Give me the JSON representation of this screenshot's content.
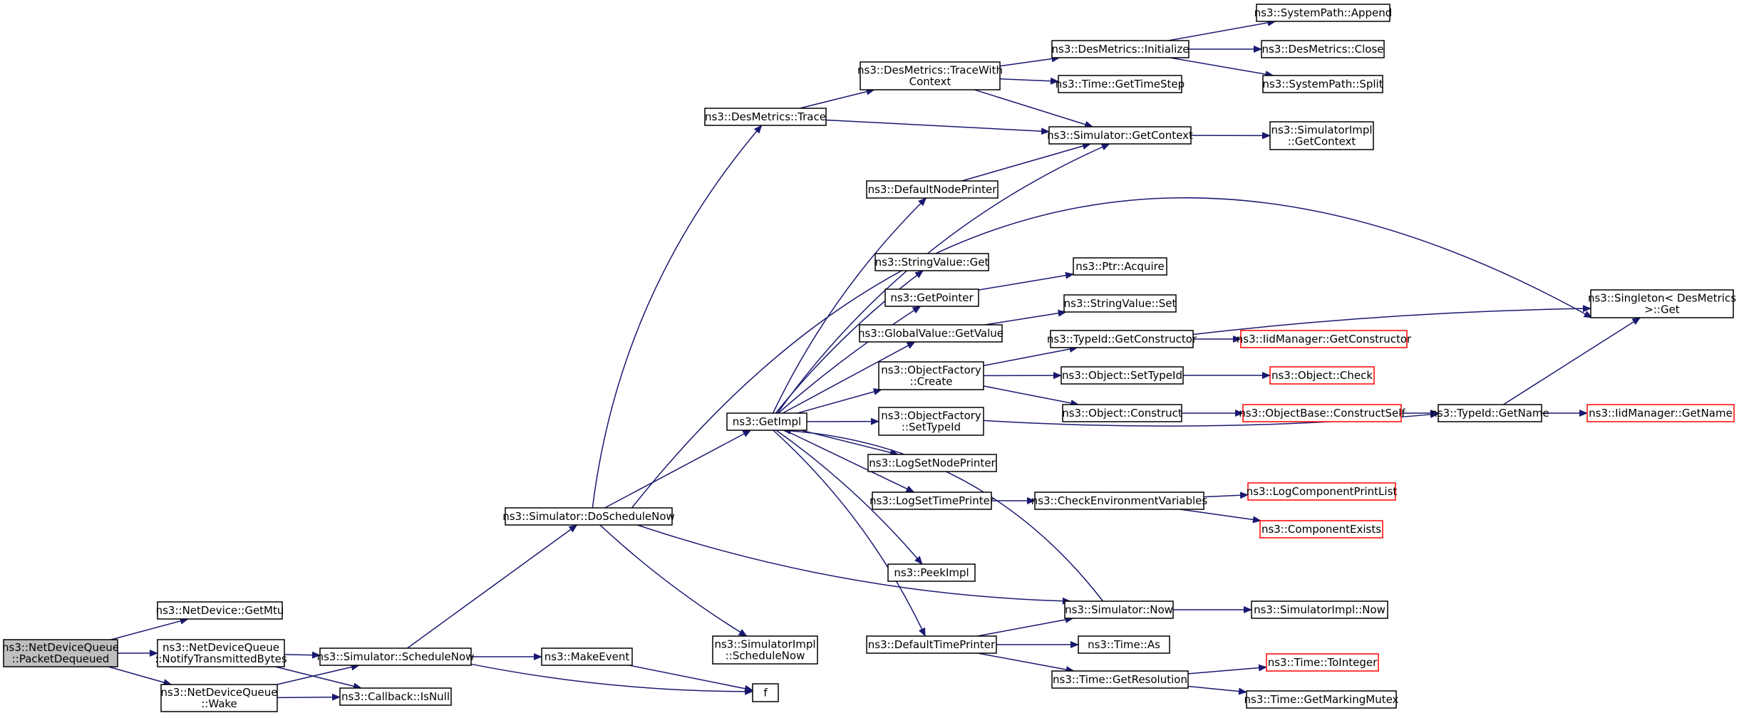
{
  "nodes": {
    "packet_dequeued": {
      "lines": [
        "ns3::NetDeviceQueue",
        "::PacketDequeued"
      ],
      "root": true
    },
    "get_mtu": {
      "lines": [
        "ns3::NetDevice::GetMtu"
      ]
    },
    "notify_tx": {
      "lines": [
        "ns3::NetDeviceQueue",
        "::NotifyTransmittedBytes"
      ]
    },
    "wake": {
      "lines": [
        "ns3::NetDeviceQueue",
        "::Wake"
      ]
    },
    "schedule_now": {
      "lines": [
        "ns3::Simulator::ScheduleNow"
      ]
    },
    "is_null": {
      "lines": [
        "ns3::Callback::IsNull"
      ]
    },
    "do_schedule_now": {
      "lines": [
        "ns3::Simulator::DoScheduleNow"
      ]
    },
    "make_event": {
      "lines": [
        "ns3::MakeEvent"
      ]
    },
    "f": {
      "lines": [
        "f"
      ]
    },
    "des_trace": {
      "lines": [
        "ns3::DesMetrics::Trace"
      ]
    },
    "get_impl": {
      "lines": [
        "ns3::GetImpl"
      ]
    },
    "simimpl_schedule_now": {
      "lines": [
        "ns3::SimulatorImpl",
        "::ScheduleNow"
      ]
    },
    "sim_now": {
      "lines": [
        "ns3::Simulator::Now"
      ]
    },
    "singleton_get": {
      "lines": [
        "ns3::Singleton< DesMetrics",
        " >::Get"
      ]
    },
    "trace_with_context": {
      "lines": [
        "ns3::DesMetrics::TraceWith",
        "Context"
      ]
    },
    "sim_get_context": {
      "lines": [
        "ns3::Simulator::GetContext"
      ]
    },
    "des_initialize": {
      "lines": [
        "ns3::DesMetrics::Initialize"
      ]
    },
    "time_get_timestep": {
      "lines": [
        "ns3::Time::GetTimeStep"
      ]
    },
    "systempath_append": {
      "lines": [
        "ns3::SystemPath::Append"
      ]
    },
    "des_close": {
      "lines": [
        "ns3::DesMetrics::Close"
      ]
    },
    "systempath_split": {
      "lines": [
        "ns3::SystemPath::Split"
      ]
    },
    "simimpl_get_context": {
      "lines": [
        "ns3::SimulatorImpl",
        "::GetContext"
      ]
    },
    "default_node_printer": {
      "lines": [
        "ns3::DefaultNodePrinter"
      ]
    },
    "stringvalue_get": {
      "lines": [
        "ns3::StringValue::Get"
      ]
    },
    "get_pointer": {
      "lines": [
        "ns3::GetPointer"
      ]
    },
    "ptr_acquire": {
      "lines": [
        "ns3::Ptr::Acquire"
      ]
    },
    "stringvalue_set": {
      "lines": [
        "ns3::StringValue::Set"
      ]
    },
    "globalvalue_getvalue": {
      "lines": [
        "ns3::GlobalValue::GetValue"
      ]
    },
    "typeid_get_constructor": {
      "lines": [
        "ns3::TypeId::GetConstructor"
      ]
    },
    "iid_get_constructor": {
      "lines": [
        "ns3::IidManager::GetConstructor"
      ],
      "red": true
    },
    "objectfactory_create": {
      "lines": [
        "ns3::ObjectFactory",
        "::Create"
      ]
    },
    "object_settypeid": {
      "lines": [
        "ns3::Object::SetTypeId"
      ]
    },
    "object_check": {
      "lines": [
        "ns3::Object::Check"
      ],
      "red": true
    },
    "object_construct": {
      "lines": [
        "ns3::Object::Construct"
      ]
    },
    "objectbase_constructself": {
      "lines": [
        "ns3::ObjectBase::ConstructSelf"
      ],
      "red": true
    },
    "typeid_getname": {
      "lines": [
        "ns3::TypeId::GetName"
      ]
    },
    "iid_getname": {
      "lines": [
        "ns3::IidManager::GetName"
      ],
      "red": true
    },
    "objectfactory_settypeid": {
      "lines": [
        "ns3::ObjectFactory",
        "::SetTypeId"
      ]
    },
    "log_set_node_printer": {
      "lines": [
        "ns3::LogSetNodePrinter"
      ]
    },
    "log_set_time_printer": {
      "lines": [
        "ns3::LogSetTimePrinter"
      ]
    },
    "check_env_vars": {
      "lines": [
        "ns3::CheckEnvironmentVariables"
      ]
    },
    "log_component_print_list": {
      "lines": [
        "ns3::LogComponentPrintList"
      ],
      "red": true
    },
    "component_exists": {
      "lines": [
        "ns3::ComponentExists"
      ],
      "red": true
    },
    "peek_impl": {
      "lines": [
        "ns3::PeekImpl"
      ]
    },
    "simimpl_now": {
      "lines": [
        "ns3::SimulatorImpl::Now"
      ]
    },
    "default_time_printer": {
      "lines": [
        "ns3::DefaultTimePrinter"
      ]
    },
    "time_as": {
      "lines": [
        "ns3::Time::As"
      ]
    },
    "time_get_resolution": {
      "lines": [
        "ns3::Time::GetResolution"
      ]
    },
    "time_to_integer": {
      "lines": [
        "ns3::Time::ToInteger"
      ],
      "red": true
    },
    "time_get_marking_mutex": {
      "lines": [
        "ns3::Time::GetMarkingMutex"
      ]
    }
  },
  "edges": [
    [
      "packet_dequeued",
      "get_mtu"
    ],
    [
      "packet_dequeued",
      "notify_tx"
    ],
    [
      "packet_dequeued",
      "wake"
    ],
    [
      "notify_tx",
      "schedule_now"
    ],
    [
      "notify_tx",
      "is_null"
    ],
    [
      "wake",
      "schedule_now"
    ],
    [
      "wake",
      "is_null"
    ],
    [
      "schedule_now",
      "do_schedule_now"
    ],
    [
      "schedule_now",
      "make_event"
    ],
    [
      "schedule_now",
      "f"
    ],
    [
      "make_event",
      "f"
    ],
    [
      "do_schedule_now",
      "des_trace"
    ],
    [
      "do_schedule_now",
      "get_impl"
    ],
    [
      "do_schedule_now",
      "simimpl_schedule_now"
    ],
    [
      "do_schedule_now",
      "sim_now"
    ],
    [
      "do_schedule_now",
      "singleton_get"
    ],
    [
      "des_trace",
      "trace_with_context"
    ],
    [
      "des_trace",
      "sim_get_context"
    ],
    [
      "trace_with_context",
      "des_initialize"
    ],
    [
      "trace_with_context",
      "time_get_timestep"
    ],
    [
      "trace_with_context",
      "sim_get_context"
    ],
    [
      "des_initialize",
      "systempath_append"
    ],
    [
      "des_initialize",
      "des_close"
    ],
    [
      "des_initialize",
      "systempath_split"
    ],
    [
      "sim_get_context",
      "simimpl_get_context"
    ],
    [
      "get_impl",
      "sim_get_context"
    ],
    [
      "get_impl",
      "default_node_printer"
    ],
    [
      "get_impl",
      "stringvalue_get"
    ],
    [
      "get_impl",
      "get_pointer"
    ],
    [
      "get_impl",
      "globalvalue_getvalue"
    ],
    [
      "get_impl",
      "objectfactory_create"
    ],
    [
      "get_impl",
      "objectfactory_settypeid"
    ],
    [
      "get_impl",
      "log_set_node_printer"
    ],
    [
      "get_impl",
      "log_set_time_printer"
    ],
    [
      "get_impl",
      "peek_impl"
    ],
    [
      "get_impl",
      "default_time_printer"
    ],
    [
      "default_node_printer",
      "sim_get_context"
    ],
    [
      "get_pointer",
      "ptr_acquire"
    ],
    [
      "globalvalue_getvalue",
      "stringvalue_set"
    ],
    [
      "objectfactory_create",
      "typeid_get_constructor"
    ],
    [
      "objectfactory_create",
      "object_settypeid"
    ],
    [
      "objectfactory_create",
      "object_construct"
    ],
    [
      "typeid_get_constructor",
      "iid_get_constructor"
    ],
    [
      "typeid_get_constructor",
      "singleton_get"
    ],
    [
      "object_settypeid",
      "object_check"
    ],
    [
      "object_construct",
      "objectbase_constructself"
    ],
    [
      "objectbase_constructself",
      "typeid_getname"
    ],
    [
      "objectfactory_settypeid",
      "typeid_getname"
    ],
    [
      "typeid_getname",
      "iid_getname"
    ],
    [
      "typeid_getname",
      "singleton_get"
    ],
    [
      "log_set_time_printer",
      "check_env_vars"
    ],
    [
      "check_env_vars",
      "log_component_print_list"
    ],
    [
      "check_env_vars",
      "component_exists"
    ],
    [
      "sim_now",
      "get_impl"
    ],
    [
      "sim_now",
      "simimpl_now"
    ],
    [
      "default_time_printer",
      "sim_now"
    ],
    [
      "default_time_printer",
      "time_as"
    ],
    [
      "default_time_printer",
      "time_get_resolution"
    ],
    [
      "time_get_resolution",
      "time_to_integer"
    ],
    [
      "time_get_resolution",
      "time_get_marking_mutex"
    ]
  ]
}
